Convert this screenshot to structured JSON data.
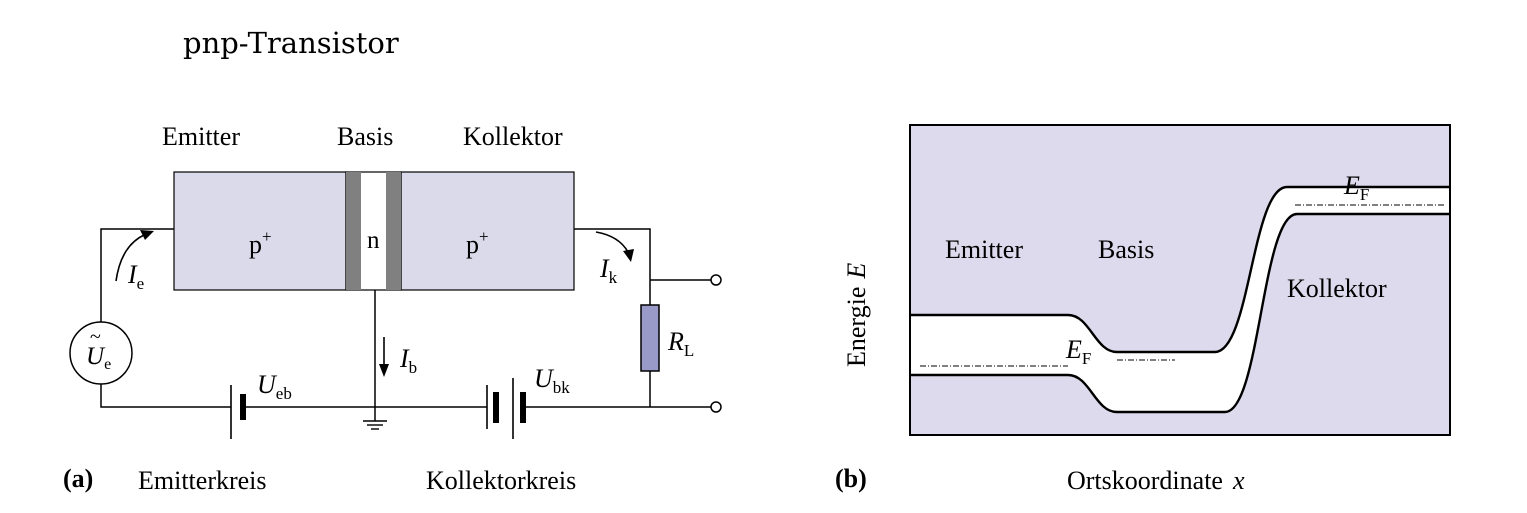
{
  "heading": "pnp-Transistor",
  "circuit": {
    "label_emitter": "Emitter",
    "label_basis": "Basis",
    "label_kollektor": "Kollektor",
    "region_emitter": "p",
    "region_basis": "n",
    "region_kollektor": "p",
    "superscript": "+",
    "current_e": "I",
    "current_e_sub": "e",
    "current_k": "I",
    "current_k_sub": "k",
    "current_b": "I",
    "current_b_sub": "b",
    "source": "U",
    "source_sub": "e",
    "source_tilde": "~",
    "voltage_eb": "U",
    "voltage_eb_sub": "eb",
    "voltage_bk": "U",
    "voltage_bk_sub": "bk",
    "resistor": "R",
    "resistor_sub": "L",
    "panel_label": "(a)",
    "caption_emitterkreis": "Emitterkreis",
    "caption_kollektorkreis": "Kollektorkreis"
  },
  "band_diagram": {
    "panel_label": "(b)",
    "label_emitter": "Emitter",
    "label_basis": "Basis",
    "label_kollektor": "Kollektor",
    "fermi": "E",
    "fermi_sub": "F",
    "y_axis_label": "Energie",
    "y_axis_symbol": "E",
    "x_axis_label": "Ortskoordinate",
    "x_axis_symbol": "x"
  },
  "colors": {
    "semiconductor_fill": "#dadaea",
    "junction_bar": "#808080",
    "resistor_fill": "#9a9ac8",
    "band_fill": "#dcdaec",
    "line": "#000000"
  }
}
